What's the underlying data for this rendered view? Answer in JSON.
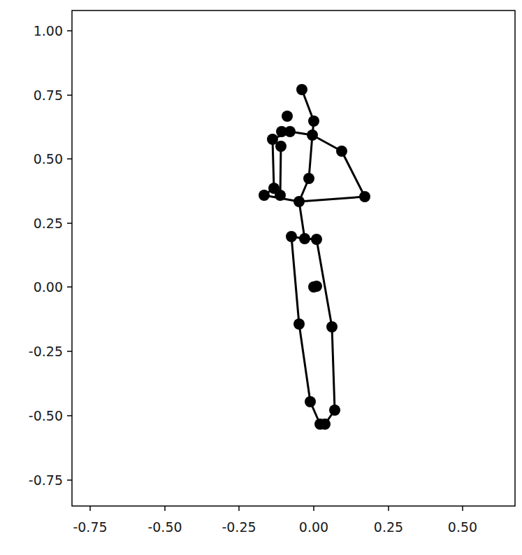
{
  "diagram": {
    "labels": [
      "1.00",
      "0.75",
      "0.50",
      "0.25",
      "0.00",
      "-0.25",
      "-0.50",
      "-0.75",
      "-0.75",
      "-0.50",
      "-0.25",
      "0.00",
      "0.25",
      "0.50"
    ]
  }
}
